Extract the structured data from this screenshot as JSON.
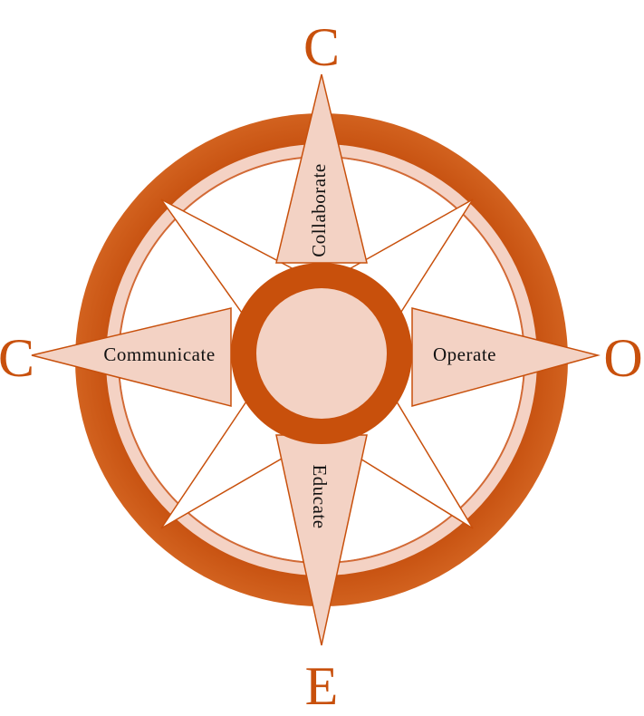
{
  "colors": {
    "accent": "#c8500c",
    "ring": "#c9530e",
    "ring_light": "#f4d2c4",
    "point_fill": "#f3d2c4",
    "point_stroke": "#c8500c",
    "white": "#ffffff"
  },
  "letters": {
    "north": "C",
    "west": "C",
    "east": "O",
    "south": "E"
  },
  "labels": {
    "north": "Collaborate",
    "west": "Communicate",
    "east": "Operate",
    "south": "Educate"
  }
}
